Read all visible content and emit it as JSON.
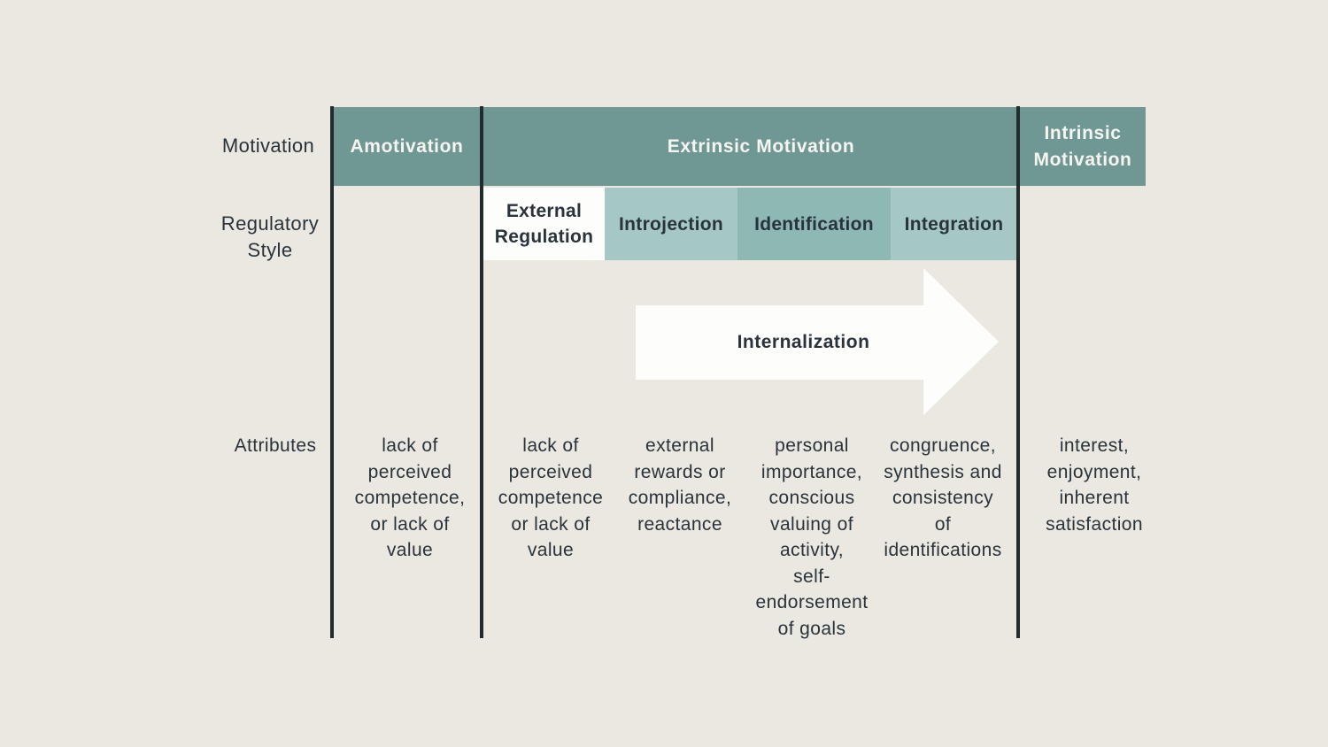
{
  "palette": {
    "background": "#ebe8e1",
    "teal_dark": "#6f9894",
    "teal_light": "#a5c8c4",
    "teal_medium": "#8eb8b3",
    "cell_white": "#fdfdfc",
    "ink": "#28333b",
    "header_text": "#f7f5f1",
    "line": "#222c2d"
  },
  "row_labels": {
    "motivation": "Motivation",
    "regulatory_style": "Regulatory\nStyle",
    "attributes": "Attributes"
  },
  "motivation_row": [
    {
      "label": "Amotivation"
    },
    {
      "label": "Extrinsic Motivation"
    },
    {
      "label": "Intrinsic\nMotivation"
    }
  ],
  "regulatory_row": [
    {
      "label": "External\nRegulation"
    },
    {
      "label": "Introjection"
    },
    {
      "label": "Identification"
    },
    {
      "label": "Integration"
    }
  ],
  "arrow": {
    "label": "Internalization"
  },
  "attributes_row": [
    {
      "column": "Amotivation",
      "text": "lack of\nperceived\ncompetence,\nor lack of\nvalue"
    },
    {
      "column": "External Regulation",
      "text": "lack of\nperceived\ncompetence\nor lack of\nvalue"
    },
    {
      "column": "Introjection",
      "text": "external\nrewards or\ncompliance,\nreactance"
    },
    {
      "column": "Identification",
      "text": "personal\nimportance,\nconscious\nvaluing of\nactivity,\nself-\nendorsement\nof goals"
    },
    {
      "column": "Integration",
      "text": "congruence,\nsynthesis and\nconsistency\nof\nidentifications"
    },
    {
      "column": "Intrinsic Motivation",
      "text": "interest,\nenjoyment,\ninherent\nsatisfaction"
    }
  ]
}
